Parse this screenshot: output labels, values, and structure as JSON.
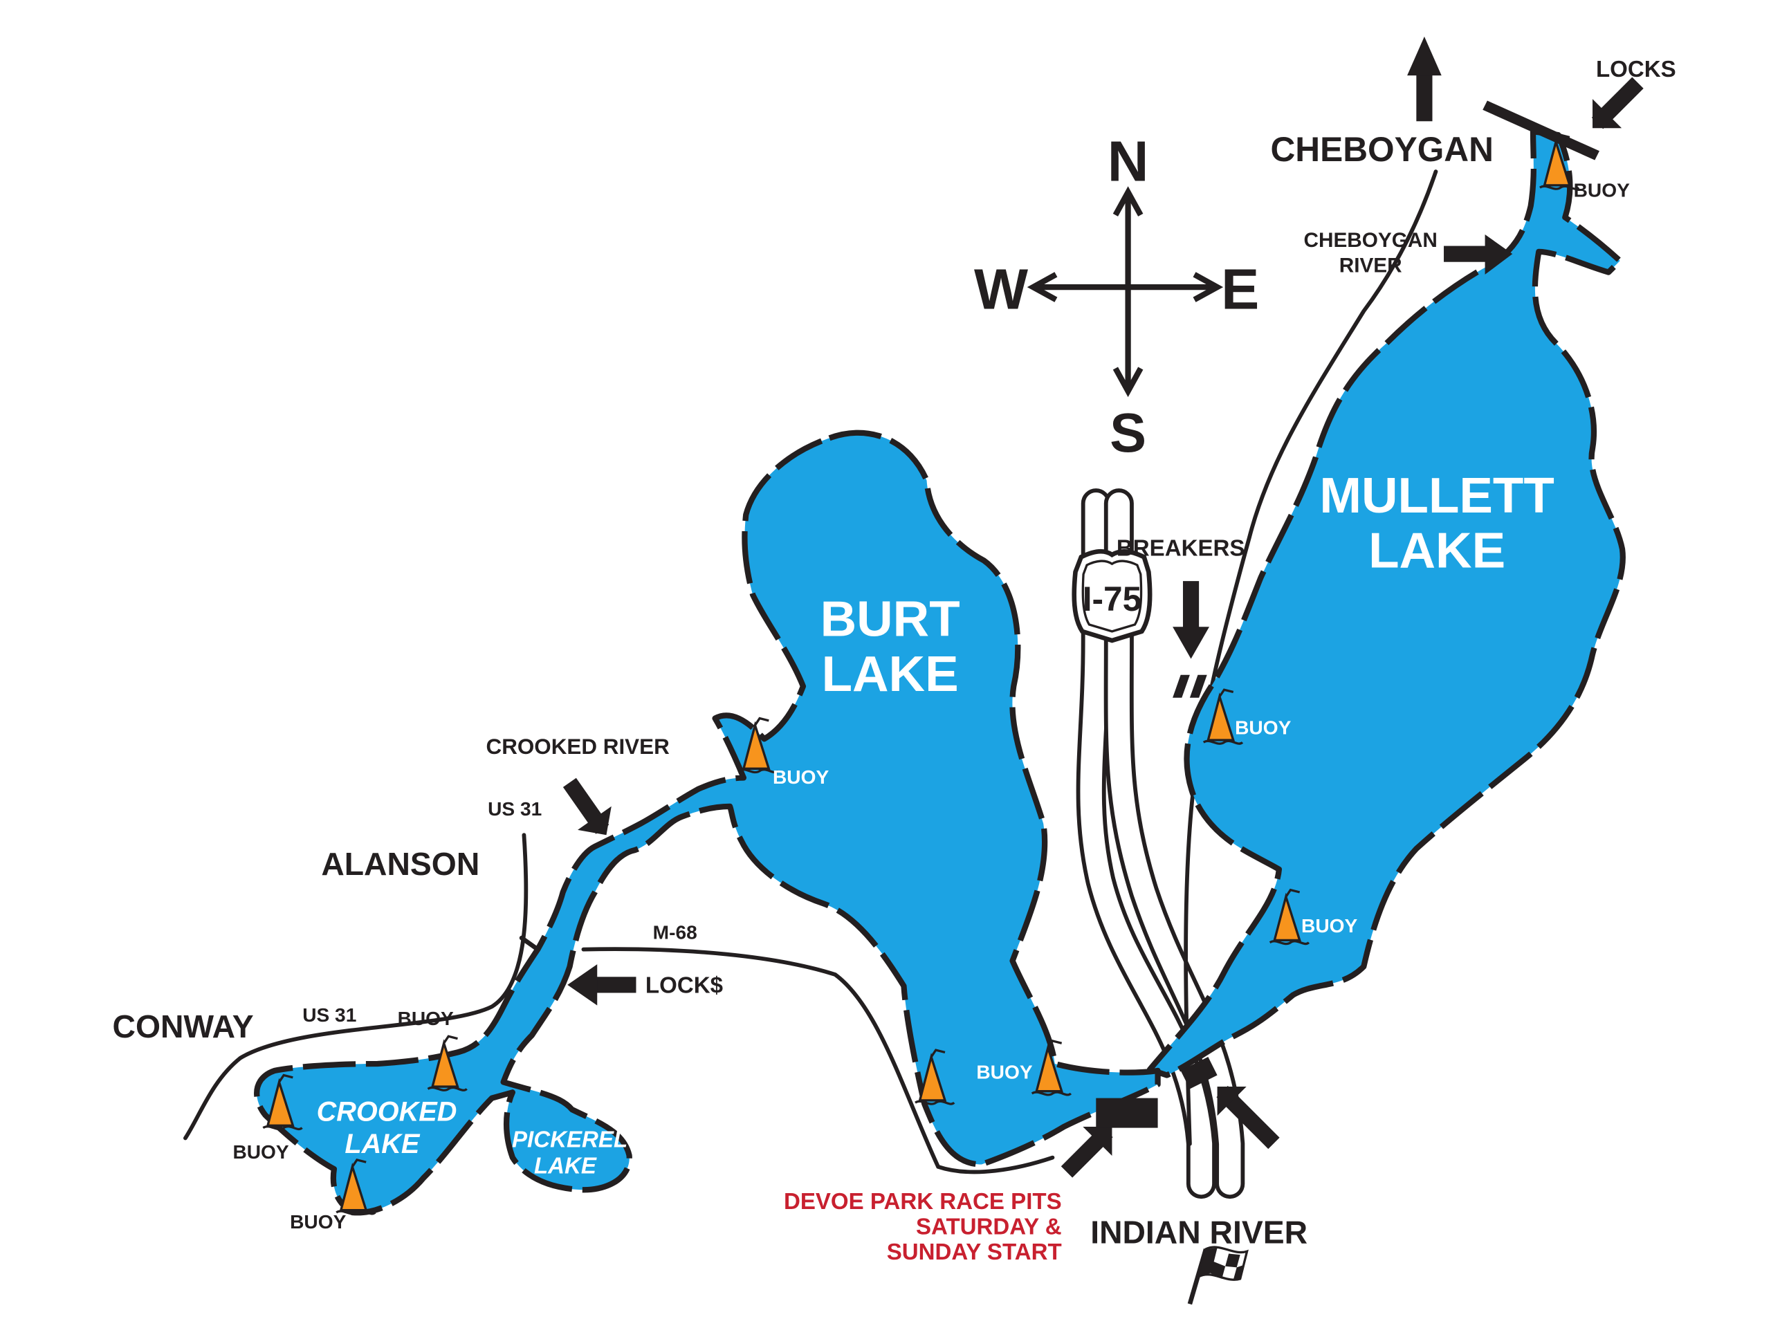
{
  "colors": {
    "water": "#1ca3e3",
    "ink": "#231f20",
    "shore": "#231f20",
    "buoy": "#f7941d",
    "buoy_label_on_water": "#ffffff",
    "buoy_label_on_land": "#231f20",
    "pits_label": "#c8202f"
  },
  "compass": {
    "north": "N",
    "south": "S",
    "east": "E",
    "west": "W"
  },
  "lakes": {
    "mullett": [
      "MULLETT",
      "LAKE"
    ],
    "burt": [
      "BURT",
      "LAKE"
    ],
    "crooked": [
      "CROOKED",
      "LAKE"
    ],
    "pickerel": [
      "PICKEREL",
      "LAKE"
    ]
  },
  "towns": {
    "cheboygan": "CHEBOYGAN",
    "alanson": "ALANSON",
    "conway": "CONWAY",
    "indian_river": "INDIAN RIVER"
  },
  "roads": {
    "interstate_shield": "I-75",
    "us31_north": "US 31",
    "us31_south": "US 31",
    "m68": "M-68"
  },
  "callouts": {
    "locks_north": "LOCKS",
    "cheboygan_river": [
      "CHEBOYGAN",
      "RIVER"
    ],
    "breakers": "BREAKERS",
    "crooked_river": "CROOKED RIVER",
    "locks_south": "LOCK$",
    "pits": [
      "DEVOE PARK RACE PITS",
      "SATURDAY &",
      "SUNDAY START"
    ]
  },
  "buoy_label": "BUOY",
  "icons": [
    "compass-rose-icon",
    "buoy-icon",
    "checkered-flag-icon",
    "arrow-icon",
    "interstate-shield-icon"
  ]
}
